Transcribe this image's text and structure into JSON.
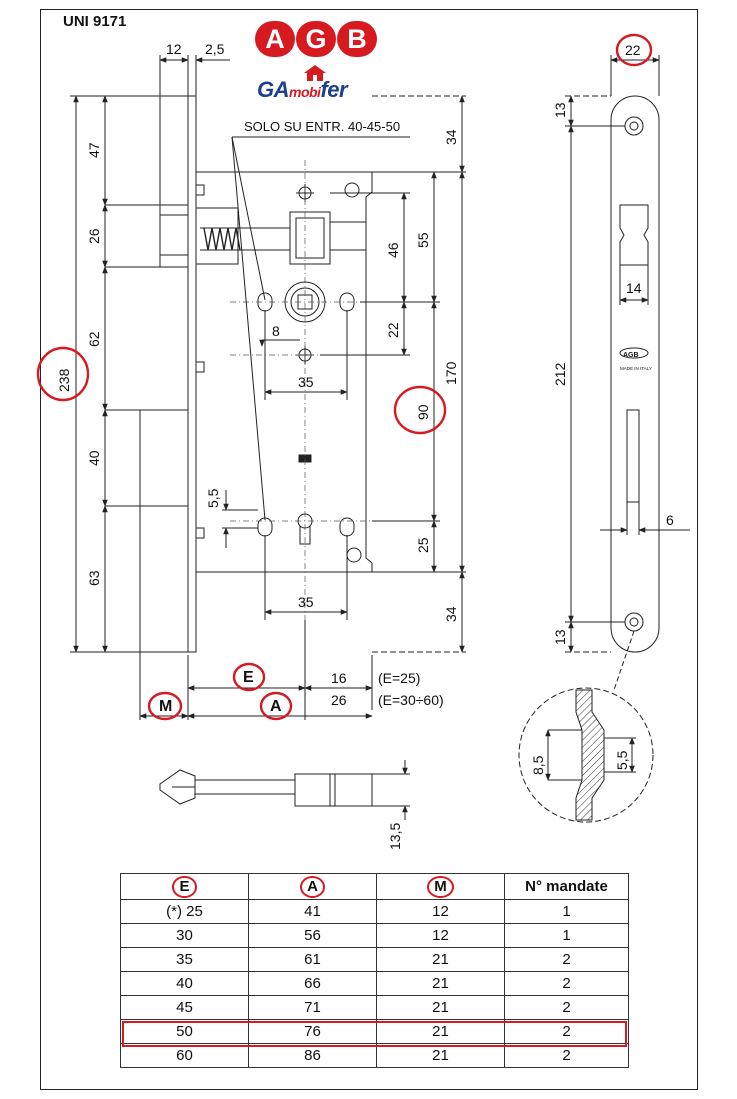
{
  "standard": "UNI 9171",
  "logo": {
    "brand": "AGB",
    "letters": [
      "A",
      "G",
      "B"
    ],
    "dealer": "GAmobifer"
  },
  "colors": {
    "highlight": "#d71920",
    "line": "#222222",
    "logo_blue": "#1d3f8f"
  },
  "note": "SOLO SU ENTR. 40-45-50",
  "dims": {
    "d12": "12",
    "d2_5": "2,5",
    "d47": "47",
    "d26": "26",
    "d62": "62",
    "d238": "238",
    "d40": "40",
    "d63": "63",
    "d34_top": "34",
    "d55": "55",
    "d46": "46",
    "d22": "22",
    "d170": "170",
    "d90": "90",
    "d8": "8",
    "d35_a": "35",
    "d5_5": "5,5",
    "d25": "25",
    "d35_b": "35",
    "d34_bot": "34",
    "d16": "16",
    "d26_b": "26",
    "e25": "(E=25)",
    "e30": "(E=30÷60)",
    "E": "E",
    "A": "A",
    "M": "M",
    "s22": "22",
    "s13_top": "13",
    "s14": "14",
    "s212": "212",
    "s6": "6",
    "s13_bot": "13",
    "ph8_5": "8,5",
    "ph5_5": "5,5",
    "d13_5": "13,5"
  },
  "plate_text": {
    "brand": "AGB",
    "made": "MADE IN ITALY"
  },
  "table": {
    "headers": [
      "E",
      "A",
      "M",
      "N° mandate"
    ],
    "rows": [
      [
        "(*) 25",
        "41",
        "12",
        "1"
      ],
      [
        "30",
        "56",
        "12",
        "1"
      ],
      [
        "35",
        "61",
        "21",
        "2"
      ],
      [
        "40",
        "66",
        "21",
        "2"
      ],
      [
        "45",
        "71",
        "21",
        "2"
      ],
      [
        "50",
        "76",
        "21",
        "2"
      ],
      [
        "60",
        "86",
        "21",
        "2"
      ]
    ],
    "highlighted_row": 5
  }
}
